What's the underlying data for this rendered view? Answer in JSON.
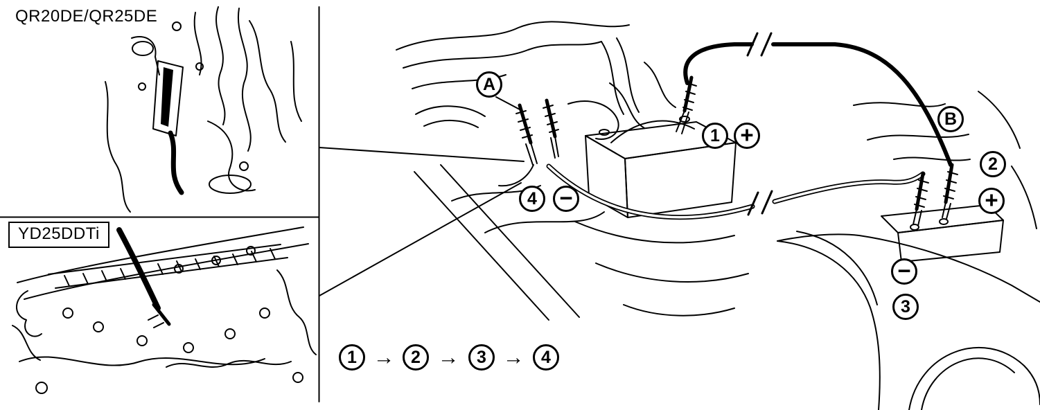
{
  "panels": {
    "top_label": "QR20DE/QR25DE",
    "bottom_label": "YD25DDTi"
  },
  "callouts": {
    "battery_a": "A",
    "battery_b": "B",
    "num_1": "1",
    "num_2": "2",
    "num_3": "3",
    "num_4": "4",
    "plus": "+",
    "minus": "−"
  },
  "sequence": {
    "steps": [
      "1",
      "2",
      "3",
      "4"
    ],
    "arrow": "→"
  }
}
